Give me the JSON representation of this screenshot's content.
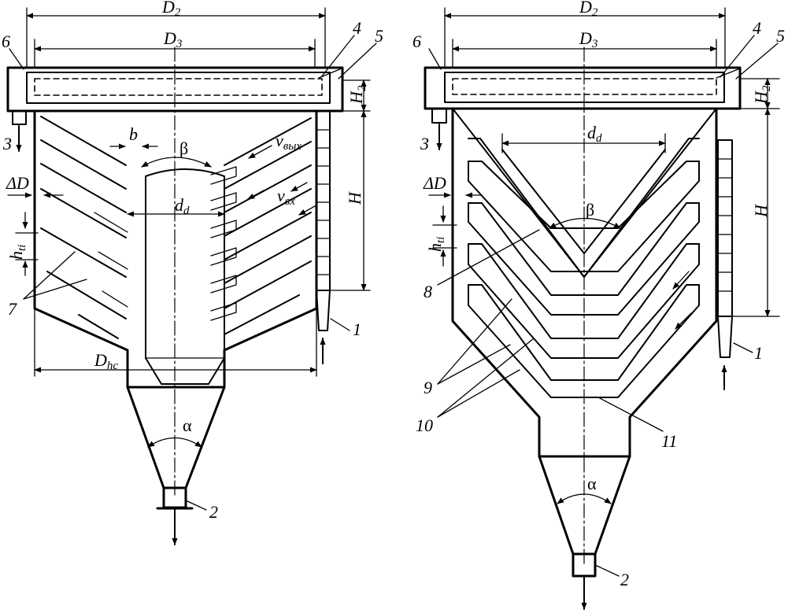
{
  "colors": {
    "line": "#000000",
    "background": "#ffffff"
  },
  "left": {
    "dims": {
      "D2": "D",
      "D2_sub": "2",
      "D3": "D",
      "D3_sub": "3",
      "H2": "H",
      "H2_sub": "2",
      "H": "H",
      "Dhc": "D",
      "Dhc_sub": "hc",
      "dd": "d",
      "dd_sub": "d",
      "deltaD": "ΔD",
      "hti": "h",
      "hti_sub": "ti",
      "b": "b",
      "beta": "β",
      "alpha": "α",
      "vout": "v",
      "vout_sub": "вых",
      "vin": "v",
      "vin_sub": "вх"
    },
    "parts": {
      "p1": "1",
      "p2": "2",
      "p3": "3",
      "p4": "4",
      "p5": "5",
      "p6": "6",
      "p7": "7"
    }
  },
  "right": {
    "dims": {
      "D2": "D",
      "D2_sub": "2",
      "D3": "D",
      "D3_sub": "3",
      "H2": "H",
      "H2_sub": "2",
      "H": "H",
      "dd": "d",
      "dd_sub": "d",
      "deltaD": "ΔD",
      "hti": "h",
      "hti_sub": "ti",
      "beta": "β",
      "alpha": "α"
    },
    "parts": {
      "p1": "1",
      "p2": "2",
      "p3": "3",
      "p4": "4",
      "p5": "5",
      "p6": "6",
      "p8": "8",
      "p9": "9",
      "p10": "10",
      "p11": "11"
    }
  }
}
